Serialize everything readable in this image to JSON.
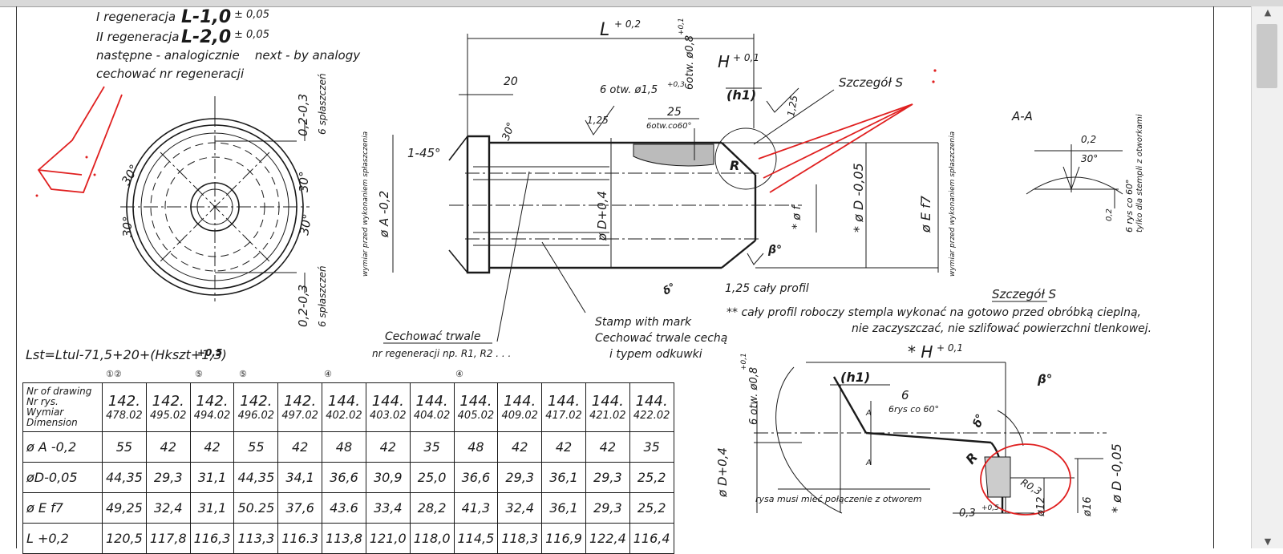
{
  "notes": {
    "regen1_label": "I regeneracja",
    "regen1_value": "L-1,0",
    "regen1_tol": "± 0,05",
    "regen2_label": "II regeneracja",
    "regen2_value": "L-2,0",
    "regen2_tol": "± 0,05",
    "next_line": "następne - analogicznie    next - by analogy",
    "mark_line": "cechować nr regeneracji"
  },
  "formula": "Lst=Ltul-71,5+20+(Hkszt+1,3)",
  "formula_tol": "+0,5",
  "dims": {
    "L": "L",
    "L_tol": "+ 0,2",
    "twenty": "20",
    "holes": "6 otw. ø1,5",
    "holes_tol": "+0,3",
    "holes_deep": "6otw. ø0,8",
    "holes_deep_tol": "+0,1",
    "twentyfive": "25",
    "six_holes_angle": "6otw.co60°",
    "H": "H",
    "H_tol": "+ 0,1",
    "h1": "(h1)",
    "roughness_1": "1,25",
    "roughness_2": "1,25",
    "roughness_top": "1,25",
    "chamfer": "1-45°",
    "angle30": "30°",
    "phiA": "ø A -0,2",
    "phiD_tol": "ø D+0,4",
    "phiD": "* ø D -0,05",
    "phiE": "ø E f7",
    "phif": "* ø f",
    "beta": "β°",
    "R": "R",
    "delta": "δ°",
    "flats_top": "0,2-0,3",
    "flats_top_note": "6 spłaszczeń",
    "flats_bottom": "0,2-0,3",
    "flats_bottom_note": "6 spłaszczeń",
    "side_note_left": "wymiar przed wykonaniem spłaszczenia",
    "side_note_right": "wymiar przed wykonaniem spłaszczenia",
    "caly_profil": "1,25 cały profil",
    "detail_label": "Szczegół S",
    "section_label": "A-A",
    "section_02": "0,2",
    "section_30": "30°",
    "section_rys": "6 rys co 60°",
    "section_rys2": "tylko dla stempli z otworkami"
  },
  "stamp": {
    "line1": "Stamp with mark",
    "line2": "Cechować trwale cechą",
    "line3": "i typem odkuwki"
  },
  "cechowac": {
    "line1": "Cechować trwale",
    "line2": "nr regeneracji  np. R1, R2 . . ."
  },
  "note_profile": {
    "line1": "** cały profil roboczy stempla wykonać na gotowo przed obróbką cieplną,",
    "line2": "nie zaczyszczać, nie szlifować powierzchni tlenkowej."
  },
  "detail_s": {
    "title": "Szczegół S",
    "H": "* H",
    "H_tol": "+ 0,1",
    "h1": "(h1)",
    "holes_deep": "6 otw. ø0,8",
    "holes_deep_tol": "+0,1",
    "six_rys": "6",
    "rys_angle": "6rys co 60°",
    "beta": "β°",
    "delta": "δ°",
    "R": "R",
    "R03": "R0,3",
    "A1": "A",
    "A2": "A",
    "phiD_tol": "ø D+0,4",
    "phiD": "* ø D -0,05",
    "phi12": "ø12",
    "phi16": "ø16",
    "tol03": "0,3",
    "tol03_sup": "+0,5",
    "rysa_note": "rysa musi mieć połączenie z otworem"
  },
  "table": {
    "corner_line1": "Nr of drawing",
    "corner_line2": "Nr rys.",
    "corner_line3": "Wymiar",
    "corner_line4": "Dimension",
    "columns": [
      {
        "top": "142.",
        "bottom": "478.02"
      },
      {
        "top": "142.",
        "bottom": "495.02"
      },
      {
        "top": "142.",
        "bottom": "494.02"
      },
      {
        "top": "142.",
        "bottom": "496.02"
      },
      {
        "top": "142.",
        "bottom": "497.02"
      },
      {
        "top": "144.",
        "bottom": "402.02"
      },
      {
        "top": "144.",
        "bottom": "403.02"
      },
      {
        "top": "144.",
        "bottom": "404.02"
      },
      {
        "top": "144.",
        "bottom": "405.02"
      },
      {
        "top": "144.",
        "bottom": "409.02"
      },
      {
        "top": "144.",
        "bottom": "417.02"
      },
      {
        "top": "144.",
        "bottom": "421.02"
      },
      {
        "top": "144.",
        "bottom": "422.02"
      }
    ],
    "rows": [
      {
        "label": "ø A -0,2",
        "values": [
          "55",
          "42",
          "42",
          "55",
          "42",
          "48",
          "42",
          "35",
          "48",
          "42",
          "42",
          "42",
          "35"
        ]
      },
      {
        "label": "øD-0,05",
        "values": [
          "44,35",
          "29,3",
          "31,1",
          "44,35",
          "34,1",
          "36,6",
          "30,9",
          "25,0",
          "36,6",
          "29,3",
          "36,1",
          "29,3",
          "25,2"
        ]
      },
      {
        "label": "ø E f7",
        "values": [
          "49,25",
          "32,4",
          "31,1",
          "50.25",
          "37,6",
          "43.6",
          "33,4",
          "28,2",
          "41,3",
          "32,4",
          "36,1",
          "29,3",
          "25,2"
        ]
      },
      {
        "label": "L +0,2",
        "values": [
          "120,5",
          "117,8",
          "116,3",
          "113,3",
          "116.3",
          "113,8",
          "121,0",
          "118,0",
          "114,5",
          "118,3",
          "116,9",
          "122,4",
          "116,4"
        ]
      }
    ]
  }
}
